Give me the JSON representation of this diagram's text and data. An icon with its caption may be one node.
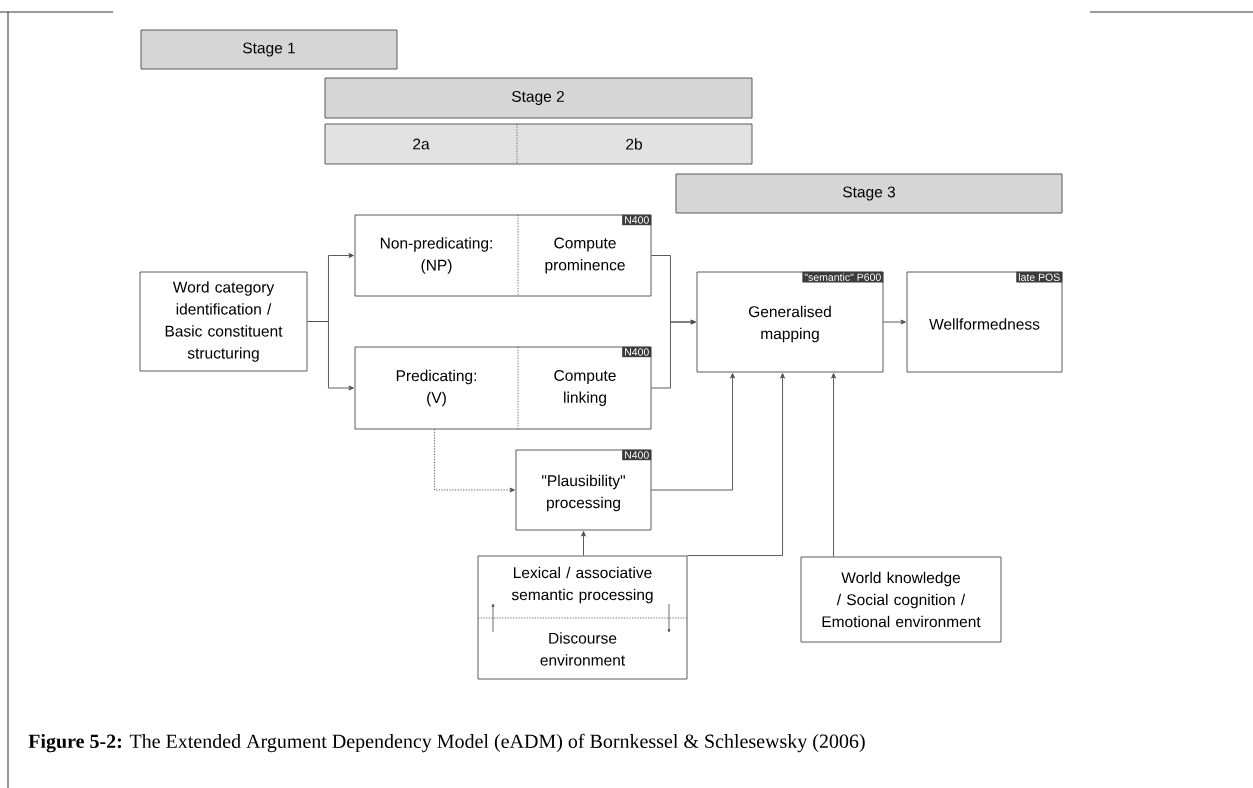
{
  "diagram": {
    "caption": "**Figure 5-2:** The Extended Argument Dependency Model (eADM) of Bornkessel & Schlesewsky (2006)",
    "nodes": [
      {
        "text": [
          "Stage 1"
        ]
      },
      {
        "text": [
          "Stage 2"
        ]
      },
      {
        "text": [
          "2a",
          "2b"
        ]
      },
      {
        "text": [
          "Stage 3"
        ]
      },
      {
        "text": [
          "Word category identification / Basic constituent structuring"
        ]
      },
      {
        "text": [
          "N400",
          "Non-predicating: (NP)",
          "Compute prominence"
        ]
      },
      {
        "text": [
          "N400",
          "Predicating: (V)",
          "Compute linking"
        ]
      },
      {
        "text": [
          "N400",
          "\"Plausibility\" processing"
        ]
      },
      {
        "text": [
          "Lexical / associative semantic processing",
          "Discourse environment"
        ]
      },
      {
        "text": [
          "\"semantic\" P600",
          "Generalised mapping"
        ]
      },
      {
        "text": [
          "late POS",
          "Wellformedness"
        ]
      },
      {
        "text": [
          "World knowledge / Social cognition / Emotional environment"
        ]
      }
    ],
    "edges": [
      {
        "from": 4,
        "to": 5,
        "arrow": "to"
      },
      {
        "from": 4,
        "to": 6,
        "arrow": "to"
      },
      {
        "from": 5,
        "to": 9,
        "arrow": "to"
      },
      {
        "from": 6,
        "to": 9,
        "arrow": "to"
      },
      {
        "from": 6,
        "to": 7,
        "arrow": "to",
        "style": "dashed"
      },
      {
        "from": 7,
        "to": 9,
        "arrow": "to"
      },
      {
        "from": 8,
        "to": 7,
        "arrow": "to"
      },
      {
        "from": 8,
        "to": 9,
        "arrow": "to"
      },
      {
        "from": 11,
        "to": 9,
        "arrow": "to"
      },
      {
        "from": 9,
        "to": 10,
        "arrow": "to"
      }
    ]
  }
}
